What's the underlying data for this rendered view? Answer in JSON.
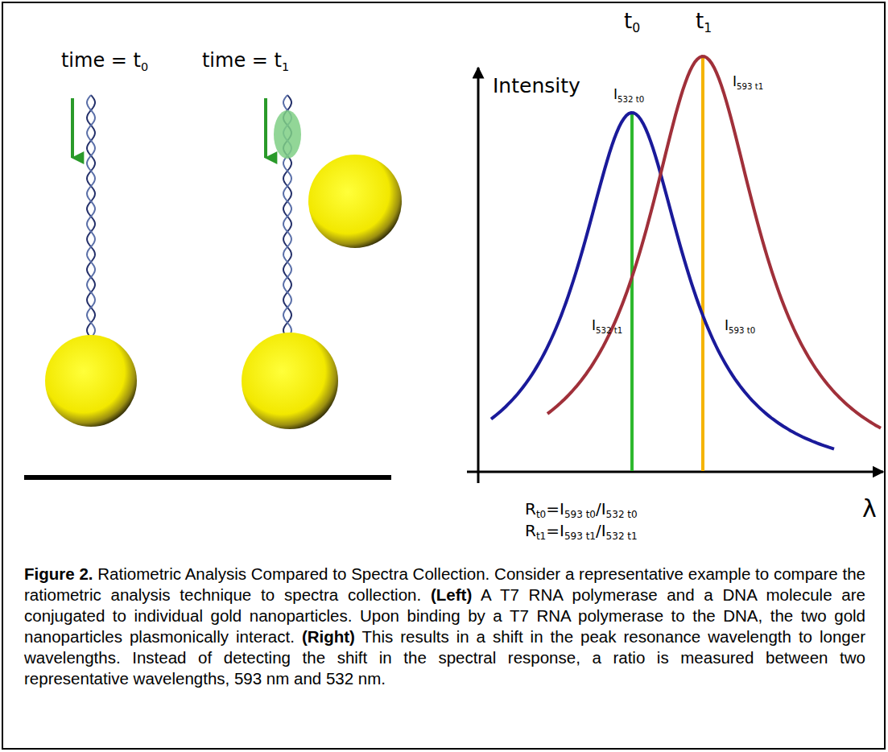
{
  "diagram": {
    "caption": "Figure 2. Ratiometric Analysis Compared to Spectra Collection. Consider a representative example to compare the ratiometric analysis technique to spectra collection. (Left) A T7 RNA polymerase and a DNA molecule are conjugated to individual gold nanoparticles. Upon binding by a T7 RNA polymerase to the DNA, the two gold nanoparticles plasmonically interact. (Right) This results in a shift in the peak resonance wavelength to longer wavelengths. Instead of detecting the shift in the spectral response, a ratio is measured between two representative wavelengths, 593 nm and 532 nm.",
    "labels": [
      "time = t0",
      "time = t1",
      "Intensity",
      "t0",
      "t1",
      "I532 t0",
      "I593 t1",
      "I532 t1",
      "I593 t0",
      "λ",
      "Rt0=I593 t0/I532 t0",
      "Rt1=I593 t1/I532 t1"
    ]
  }
}
